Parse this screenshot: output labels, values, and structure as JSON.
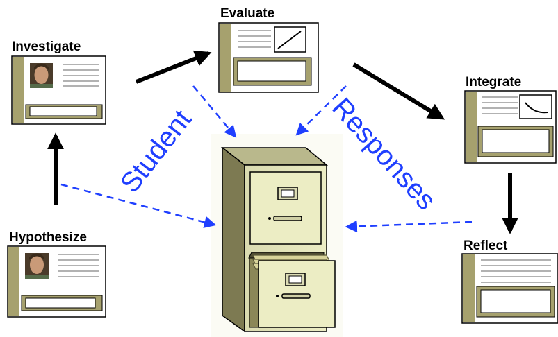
{
  "nodes": {
    "investigate": {
      "title": "Investigate"
    },
    "evaluate": {
      "title": "Evaluate"
    },
    "integrate": {
      "title": "Integrate"
    },
    "hypothesize": {
      "title": "Hypothesize"
    },
    "reflect": {
      "title": "Reflect"
    }
  },
  "labels": {
    "student": "Student",
    "responses": "Responses"
  },
  "colors": {
    "card_sidebar": "#a6a16e",
    "card_bar": "#a6a16e",
    "dashed_arrow": "#1f3fff",
    "cabinet_body": "#ecedc4",
    "cabinet_shadow": "#7d7a52"
  },
  "icons": {
    "portrait": "student-portrait-icon",
    "graph": "graph-icon",
    "cabinet": "file-cabinet-icon"
  }
}
